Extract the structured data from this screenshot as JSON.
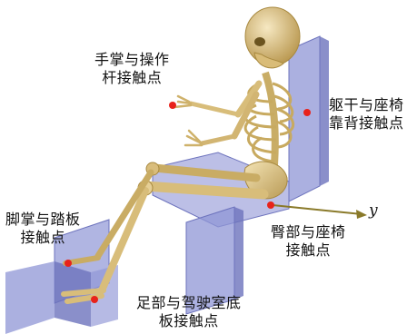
{
  "labels": {
    "hand": {
      "line1": "手掌与操作",
      "line2": "杆接触点"
    },
    "back": {
      "line1": "躯干与座椅",
      "line2": "靠背接触点"
    },
    "hip": {
      "line1": "臀部与座椅",
      "line2": "接触点"
    },
    "sole": {
      "line1": "脚掌与踏板",
      "line2": "接触点"
    },
    "foot": {
      "line1": "足部与驾驶室底",
      "line2": "板接触点"
    }
  },
  "axis": {
    "y": "y"
  },
  "colors": {
    "panel": "#8f95d6",
    "panel_dark": "#6d73bd",
    "bone": "#e1c98c",
    "bone_shadow": "#b99a55",
    "contact": "#e8221b",
    "axis": "#8a7a2a"
  }
}
